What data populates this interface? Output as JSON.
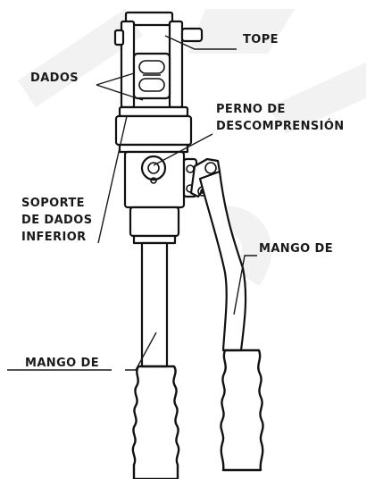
{
  "labels": {
    "tope": "TOPE",
    "dados": "DADOS",
    "perno_1": "PERNO DE",
    "perno_2": "DESCOMPRENSIÓN",
    "soporte_1": "SOPORTE",
    "soporte_2": "DE DADOS",
    "soporte_3": "INFERIOR",
    "mango_right": "MANGO DE",
    "mango_left": "MANGO DE"
  },
  "colors": {
    "ink": "#111111",
    "background": "#ffffff",
    "watermark": "#f2f2f2"
  }
}
